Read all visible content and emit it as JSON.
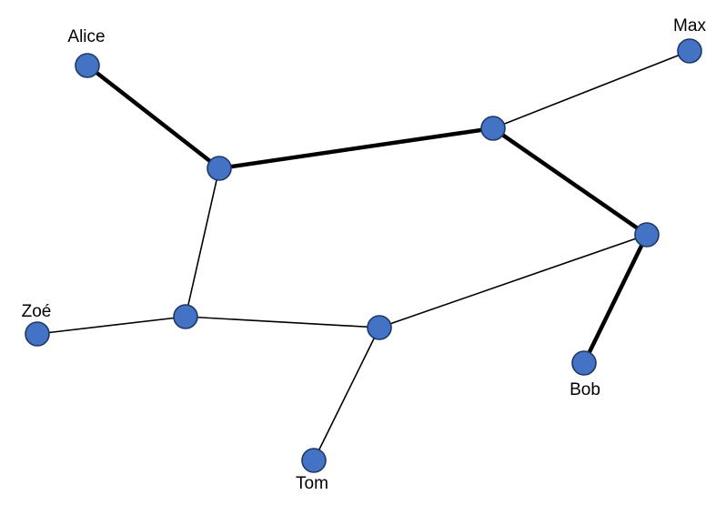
{
  "diagram": {
    "highlight_color": "#FF0000",
    "edge_color": "#000000",
    "node_fill": "#4472C4",
    "node_stroke": "#1F3864",
    "nodes": [
      {
        "id": "alice",
        "label": "Alice"
      },
      {
        "id": "max",
        "label": "Max"
      },
      {
        "id": "zoe",
        "label": "Zoé"
      },
      {
        "id": "bob",
        "label": "Bob"
      },
      {
        "id": "tom",
        "label": "Tom"
      },
      {
        "id": "n1",
        "label": ""
      },
      {
        "id": "n2",
        "label": ""
      },
      {
        "id": "n3",
        "label": ""
      },
      {
        "id": "n4",
        "label": ""
      },
      {
        "id": "n5",
        "label": ""
      }
    ],
    "edges": [
      {
        "from": "alice",
        "to": "n1",
        "highlighted": true
      },
      {
        "from": "n1",
        "to": "n2",
        "highlighted": true
      },
      {
        "from": "n2",
        "to": "n3",
        "highlighted": true
      },
      {
        "from": "n3",
        "to": "bob",
        "highlighted": true
      },
      {
        "from": "n2",
        "to": "max",
        "highlighted": false
      },
      {
        "from": "n1",
        "to": "n4",
        "highlighted": false
      },
      {
        "from": "zoe",
        "to": "n4",
        "highlighted": false
      },
      {
        "from": "n4",
        "to": "n5",
        "highlighted": false
      },
      {
        "from": "n5",
        "to": "n3",
        "highlighted": false
      },
      {
        "from": "n5",
        "to": "tom",
        "highlighted": false
      }
    ]
  }
}
